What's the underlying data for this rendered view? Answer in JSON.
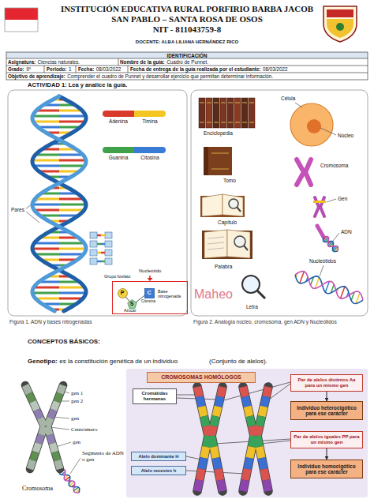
{
  "diagram": {
    "nodes": [
      {
        "text": [
          "P",
          "S",
          "C",
          "Citosina",
          "Azúcar",
          "Base nitrogenada"
        ]
      },
      {
        "text": [
          "CROMOSOMAS HOMÓLOGOS"
        ]
      },
      {
        "text": [
          "Cromátidas hermanas"
        ]
      },
      {
        "text": [
          "Alelo dominante H"
        ]
      },
      {
        "text": [
          "Alelo recesivo h"
        ]
      },
      {
        "text": [
          "Par de alelos distintos Aa para un mismo gen"
        ]
      },
      {
        "text": [
          "Individuo heterocigótico para ese carácter"
        ]
      },
      {
        "text": [
          "Par de alelos iguales PP para un mismo gen"
        ]
      },
      {
        "text": [
          "Individuo homocigótico para ese carácter"
        ]
      }
    ],
    "edges": [
      {
        "from": 5,
        "to": 6,
        "arrow": "to"
      },
      {
        "from": 7,
        "to": 8,
        "arrow": "to"
      }
    ],
    "labels": [
      "INSTITUCIÓN EDUCATIVA RURAL PORFIRIO BARBA JACOB",
      "SAN PABLO – SANTA ROSA DE OSOS",
      "NIT - 811043759-8",
      "DOCENTE: ALBA LILIANA HERNÁNDEZ RICO",
      "IDENTIFICACIÓN",
      "Asignatura:",
      "Ciencias naturales.",
      "Nombre de la guía:",
      "Cuadro de Punnet.",
      "Grado:",
      "9º",
      "Periodo:",
      "1",
      "Fecha:",
      "08/03/2022",
      "Fecha de entrega de la guía realizada por el estudiante:",
      "08/03/2022",
      "Objetivo de aprendizaje:",
      "Comprender el cuadro de Punnet y desarrollar ejercicio que permitan determinar información.",
      "ACTIVIDAD 1: Lea y analice la guía.",
      "Pares",
      "Grupo fosfato",
      "Nucleótido",
      "Maheo",
      "Figura 1. ADN y bases nitrogenadas",
      "Figura 2. Analogía núcleo, cromosoma, gen ADN y Nucleótidos",
      "Célula",
      "Núcleo",
      "Enciclopedia",
      "Tomo",
      "Cromosoma",
      "Gen",
      "Capítulo",
      "ADN",
      "Palabra",
      "Nucleótidos",
      "Letra",
      "CONCEPTOS BÁSICOS:",
      "Genotipo:",
      "es la constitución genética de un individuo",
      "(Conjunto de alelos).",
      "gen 1",
      "gen 2",
      "gen",
      "Centrómero",
      "gen",
      "Segmento de ADN o gen",
      "Cromosoma"
    ],
    "legend": [
      {
        "text": "Adenina",
        "color": "#d93a2b"
      },
      {
        "text": "Timina",
        "color": "#f3c623"
      },
      {
        "text": "Guanina",
        "color": "#3fa14a"
      },
      {
        "text": "Citosina",
        "color": "#3a7bd5"
      }
    ]
  }
}
